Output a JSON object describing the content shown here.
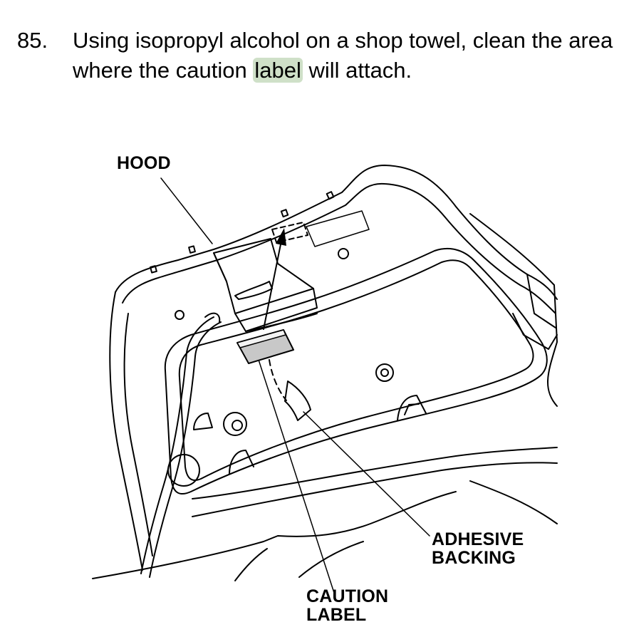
{
  "step": {
    "number": "85.",
    "text_before": "Using isopropyl alcohol on a shop towel, clean the area where the caution ",
    "highlight": "label",
    "text_after": " will attach."
  },
  "callouts": {
    "hood": "HOOD",
    "adhesive_backing_line1": "ADHESIVE",
    "adhesive_backing_line2": "BACKING",
    "caution_label_line1": "CAUTION",
    "caution_label_line2": "LABEL"
  },
  "colors": {
    "highlight": "#cfe0c8",
    "label_fill": "#c8c8c8"
  }
}
